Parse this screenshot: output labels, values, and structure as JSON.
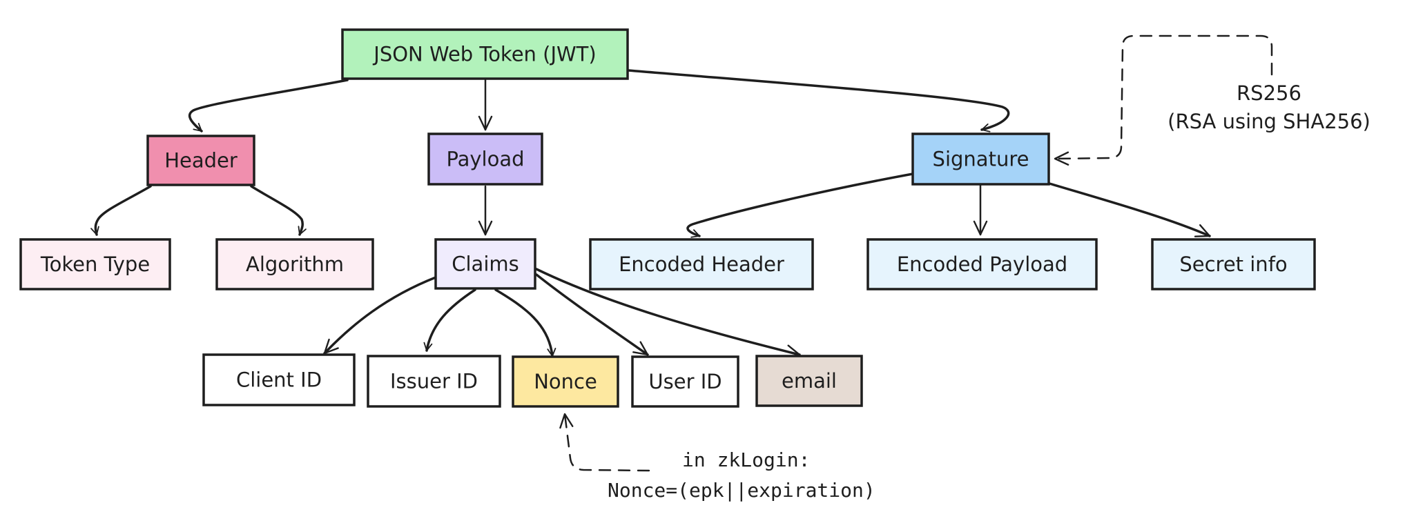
{
  "diagram": {
    "title": "JSON Web Token (JWT)",
    "colors": {
      "jwt": "#b2f2bb",
      "header": "#f08fae",
      "payload": "#cbbdf7",
      "signature": "#a5d3f8",
      "header_child": "#fdeef3",
      "claims": "#f0ecfd",
      "signature_child": "#e6f4fd",
      "claim_default": "#ffffff",
      "nonce": "#fde8a0",
      "email": "#e6dbd3",
      "stroke": "#1e1e1e"
    },
    "nodes": [
      {
        "id": "jwt",
        "label": "JSON Web Token (JWT)",
        "fill": "jwt"
      },
      {
        "id": "header",
        "label": "Header",
        "fill": "header"
      },
      {
        "id": "payload",
        "label": "Payload",
        "fill": "payload"
      },
      {
        "id": "signature",
        "label": "Signature",
        "fill": "signature"
      },
      {
        "id": "token-type",
        "label": "Token Type",
        "fill": "header_child"
      },
      {
        "id": "algorithm",
        "label": "Algorithm",
        "fill": "header_child"
      },
      {
        "id": "claims",
        "label": "Claims",
        "fill": "claims"
      },
      {
        "id": "encoded-header",
        "label": "Encoded Header",
        "fill": "signature_child"
      },
      {
        "id": "encoded-payload",
        "label": "Encoded Payload",
        "fill": "signature_child"
      },
      {
        "id": "secret-info",
        "label": "Secret info",
        "fill": "signature_child"
      },
      {
        "id": "client-id",
        "label": "Client ID",
        "fill": "claim_default"
      },
      {
        "id": "issuer-id",
        "label": "Issuer ID",
        "fill": "claim_default"
      },
      {
        "id": "nonce",
        "label": "Nonce",
        "fill": "nonce"
      },
      {
        "id": "user-id",
        "label": "User ID",
        "fill": "claim_default"
      },
      {
        "id": "email",
        "label": "email",
        "fill": "email"
      }
    ],
    "edges": [
      {
        "from": "jwt",
        "to": "header"
      },
      {
        "from": "jwt",
        "to": "payload"
      },
      {
        "from": "jwt",
        "to": "signature"
      },
      {
        "from": "header",
        "to": "token-type"
      },
      {
        "from": "header",
        "to": "algorithm"
      },
      {
        "from": "payload",
        "to": "claims"
      },
      {
        "from": "signature",
        "to": "encoded-header"
      },
      {
        "from": "signature",
        "to": "encoded-payload"
      },
      {
        "from": "signature",
        "to": "secret-info"
      },
      {
        "from": "claims",
        "to": "client-id"
      },
      {
        "from": "claims",
        "to": "issuer-id"
      },
      {
        "from": "claims",
        "to": "nonce"
      },
      {
        "from": "claims",
        "to": "user-id"
      },
      {
        "from": "claims",
        "to": "email"
      }
    ],
    "annotations": {
      "signature_note": {
        "line1": "RS256",
        "line2": "(RSA using SHA256)",
        "points_to": "signature"
      },
      "nonce_note": {
        "line1": "in zkLogin:",
        "line2": "Nonce=(epk||expiration)",
        "points_to": "nonce"
      }
    }
  }
}
